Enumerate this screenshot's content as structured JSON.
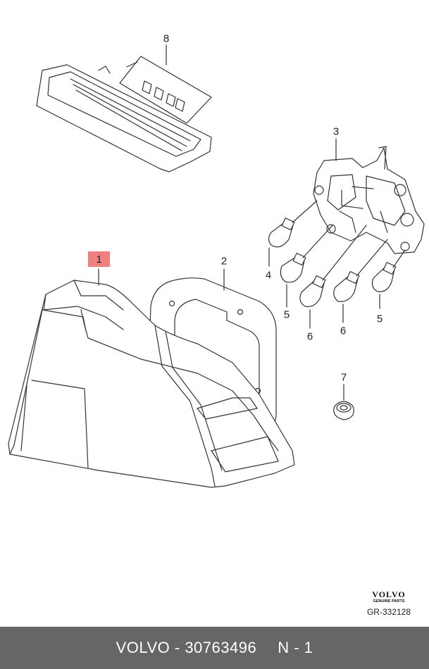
{
  "callouts": {
    "c1": "1",
    "c2": "2",
    "c3": "3",
    "c4": "4",
    "c5a": "5",
    "c5b": "5",
    "c6a": "6",
    "c6b": "6",
    "c7": "7",
    "c8": "8"
  },
  "brand": {
    "name": "VOLVO",
    "subtitle": "GENUINE PARTS"
  },
  "diagram_code": "GR-332128",
  "footer": {
    "part_ref": "VOLVO - 30763496",
    "position": "N - 1"
  },
  "colors": {
    "highlight": "#f08080",
    "footer_bg": "#666666",
    "line": "#333333"
  }
}
